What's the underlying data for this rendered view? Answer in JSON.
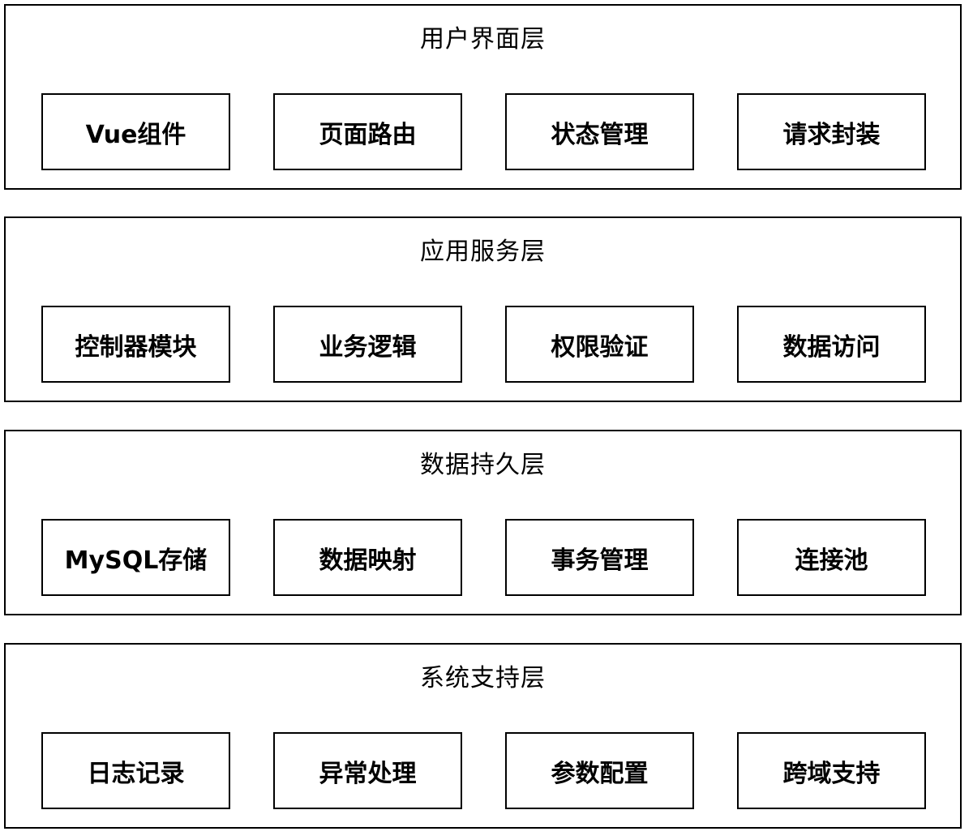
{
  "layers": [
    {
      "title": "用户界面层",
      "modules": [
        "Vue组件",
        "页面路由",
        "状态管理",
        "请求封装"
      ]
    },
    {
      "title": "应用服务层",
      "modules": [
        "控制器模块",
        "业务逻辑",
        "权限验证",
        "数据访问"
      ]
    },
    {
      "title": "数据持久层",
      "modules": [
        "MySQL存储",
        "数据映射",
        "事务管理",
        "连接池"
      ]
    },
    {
      "title": "系统支持层",
      "modules": [
        "日志记录",
        "异常处理",
        "参数配置",
        "跨域支持"
      ]
    }
  ]
}
